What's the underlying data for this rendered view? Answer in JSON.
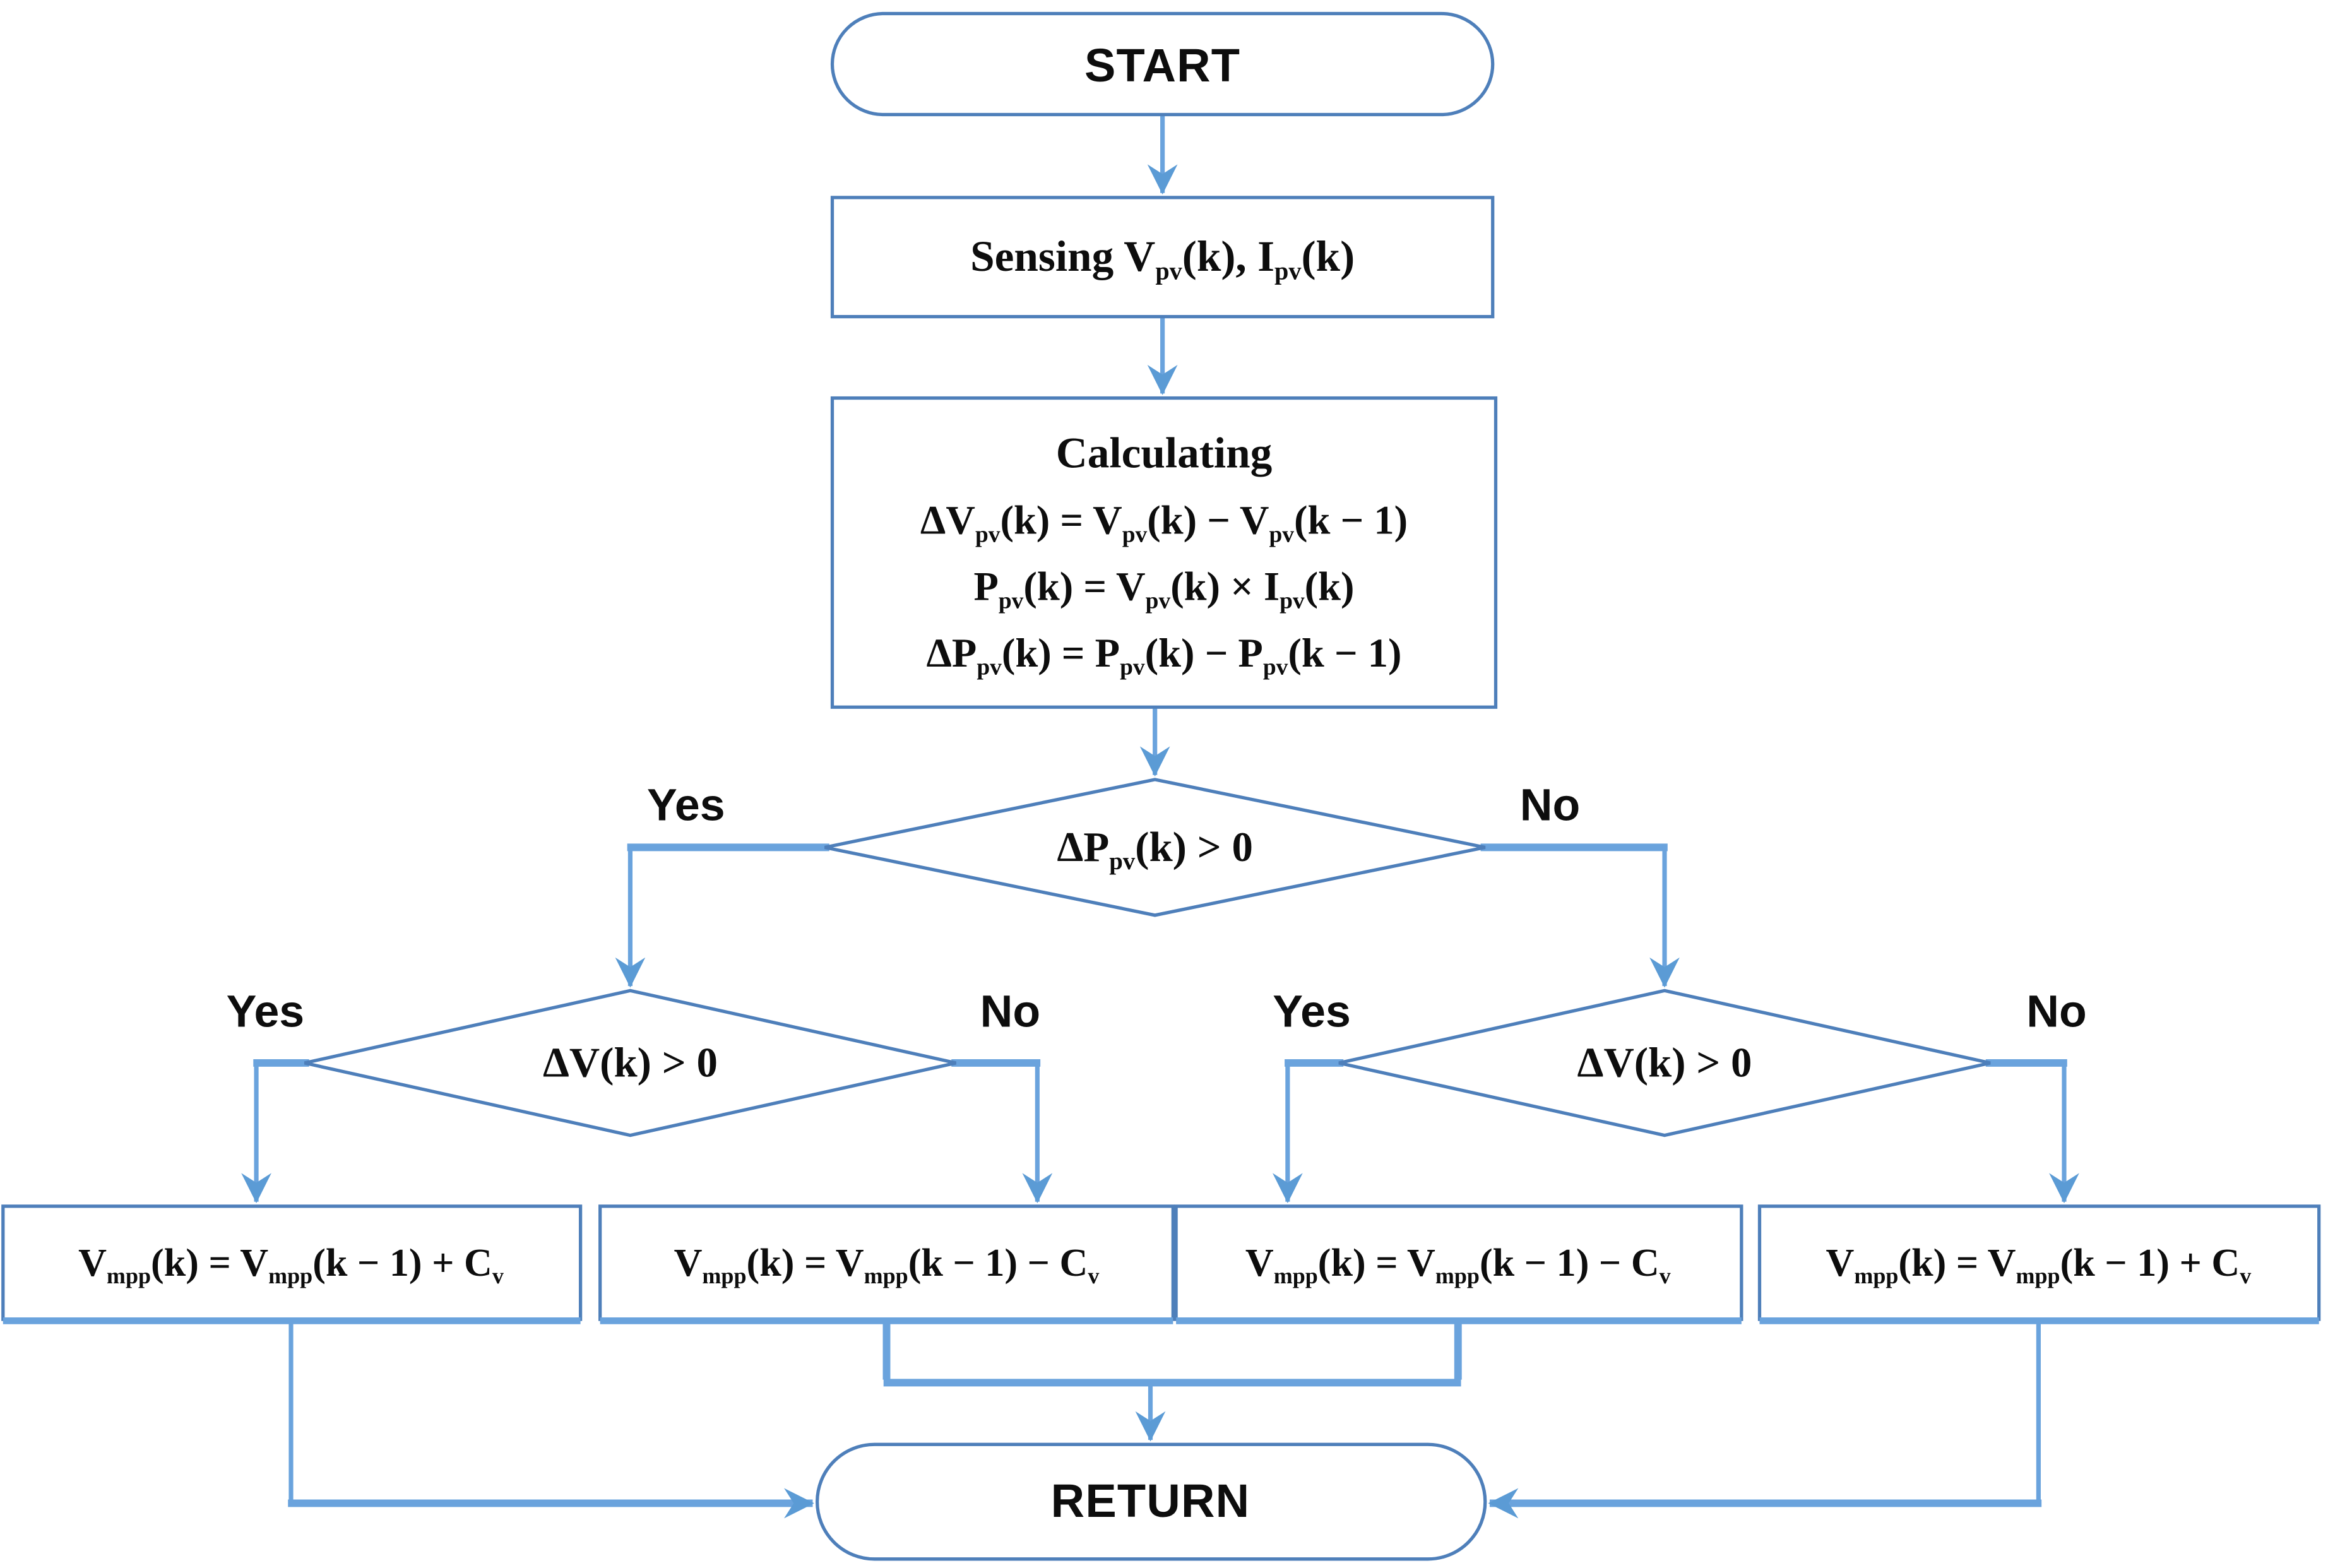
{
  "colors": {
    "connector": "#6aa3dd",
    "shape_stroke": "#4e7fba",
    "arrowhead": "#5b9bd5",
    "text": "#0d0d0d",
    "background": "#ffffff"
  },
  "nodes": {
    "start": {
      "label": "START"
    },
    "sensing": {
      "rich": [
        {
          "t": "Sensing V"
        },
        {
          "t": "pv",
          "sub": true
        },
        {
          "t": "(k), I"
        },
        {
          "t": "pv",
          "sub": true
        },
        {
          "t": "(k)"
        }
      ]
    },
    "calculating": {
      "title": "Calculating",
      "line1": [
        {
          "t": "ΔV"
        },
        {
          "t": "pv",
          "sub": true
        },
        {
          "t": "(k) = V"
        },
        {
          "t": "pv",
          "sub": true
        },
        {
          "t": "(k) − V"
        },
        {
          "t": "pv",
          "sub": true
        },
        {
          "t": "(k − 1)"
        }
      ],
      "line2": [
        {
          "t": "P"
        },
        {
          "t": "pv",
          "sub": true
        },
        {
          "t": "(k) = V"
        },
        {
          "t": "pv",
          "sub": true
        },
        {
          "t": "(k) × I"
        },
        {
          "t": "pv",
          "sub": true
        },
        {
          "t": "(k)"
        }
      ],
      "line3": [
        {
          "t": "ΔP"
        },
        {
          "t": "pv",
          "sub": true
        },
        {
          "t": "(k) = P"
        },
        {
          "t": "pv",
          "sub": true
        },
        {
          "t": "(k) − P"
        },
        {
          "t": "pv",
          "sub": true
        },
        {
          "t": "(k − 1)"
        }
      ]
    },
    "power_decision": {
      "rich": [
        {
          "t": "ΔP"
        },
        {
          "t": "pv",
          "sub": true
        },
        {
          "t": "(k) > 0"
        }
      ]
    },
    "voltage_decision_left": {
      "label": "ΔV(k) > 0"
    },
    "voltage_decision_right": {
      "label": "ΔV(k) > 0"
    },
    "action_increase_left": {
      "rich": [
        {
          "t": "V"
        },
        {
          "t": "mpp",
          "sub": true
        },
        {
          "t": "(k) = V"
        },
        {
          "t": "mpp",
          "sub": true
        },
        {
          "t": "(k − 1) + C"
        },
        {
          "t": "v",
          "sub": true
        }
      ]
    },
    "action_decrease_left": {
      "rich": [
        {
          "t": "V"
        },
        {
          "t": "mpp",
          "sub": true
        },
        {
          "t": "(k) = V"
        },
        {
          "t": "mpp",
          "sub": true
        },
        {
          "t": "(k − 1) − C"
        },
        {
          "t": "v",
          "sub": true
        }
      ]
    },
    "action_decrease_right": {
      "rich": [
        {
          "t": "V"
        },
        {
          "t": "mpp",
          "sub": true
        },
        {
          "t": "(k) = V"
        },
        {
          "t": "mpp",
          "sub": true
        },
        {
          "t": "(k − 1) − C"
        },
        {
          "t": "v",
          "sub": true
        }
      ]
    },
    "action_increase_right": {
      "rich": [
        {
          "t": "V"
        },
        {
          "t": "mpp",
          "sub": true
        },
        {
          "t": "(k) = V"
        },
        {
          "t": "mpp",
          "sub": true
        },
        {
          "t": "(k − 1) + C"
        },
        {
          "t": "v",
          "sub": true
        }
      ]
    },
    "return": {
      "label": "RETURN"
    }
  },
  "edge_labels": {
    "yes_power": "Yes",
    "no_power": "No",
    "yes_left": "Yes",
    "no_left": "No",
    "yes_right": "Yes",
    "no_right": "No"
  }
}
